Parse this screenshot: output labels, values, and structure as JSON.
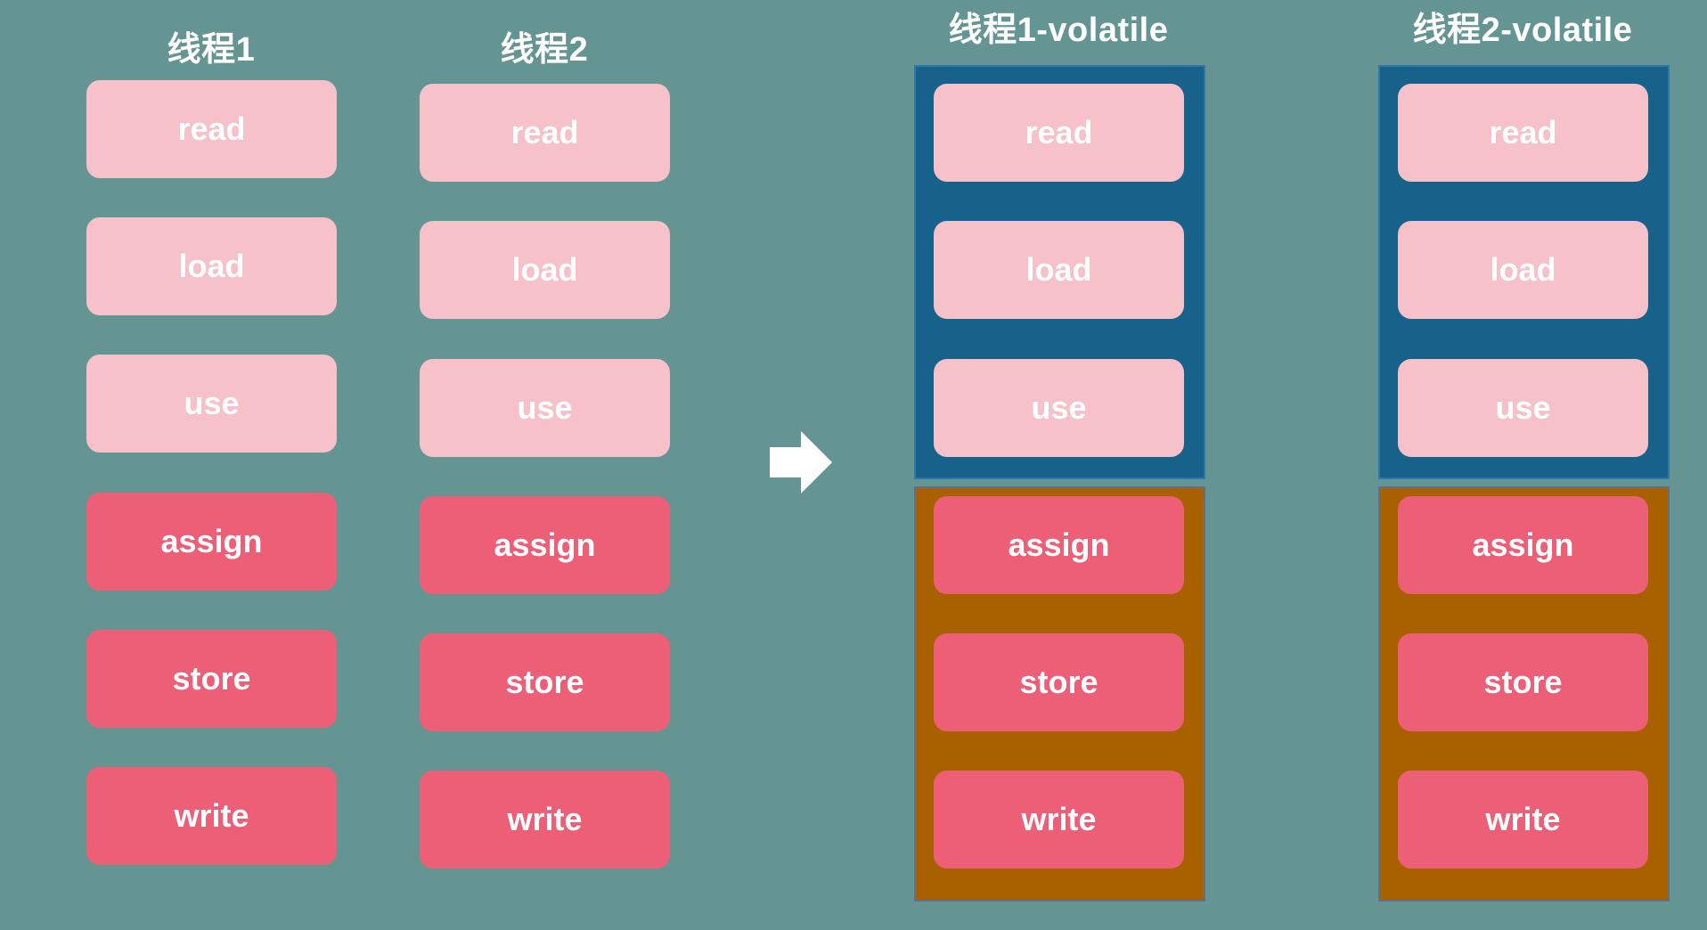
{
  "colors": {
    "background": "#649593",
    "read_op": "#f7c1ca",
    "write_op": "#ed5f77",
    "read_group": "#17628a",
    "write_group": "#a96100",
    "text": "#ffffff"
  },
  "columns": [
    {
      "title": "线程1",
      "grouped": false,
      "ops": [
        {
          "label": "read",
          "kind": "read"
        },
        {
          "label": "load",
          "kind": "read"
        },
        {
          "label": "use",
          "kind": "read"
        },
        {
          "label": "assign",
          "kind": "write"
        },
        {
          "label": "store",
          "kind": "write"
        },
        {
          "label": "write",
          "kind": "write"
        }
      ]
    },
    {
      "title": "线程2",
      "grouped": false,
      "ops": [
        {
          "label": "read",
          "kind": "read"
        },
        {
          "label": "load",
          "kind": "read"
        },
        {
          "label": "use",
          "kind": "read"
        },
        {
          "label": "assign",
          "kind": "write"
        },
        {
          "label": "store",
          "kind": "write"
        },
        {
          "label": "write",
          "kind": "write"
        }
      ]
    },
    {
      "title": "线程1-volatile",
      "grouped": true,
      "ops": [
        {
          "label": "read",
          "kind": "read"
        },
        {
          "label": "load",
          "kind": "read"
        },
        {
          "label": "use",
          "kind": "read"
        },
        {
          "label": "assign",
          "kind": "write"
        },
        {
          "label": "store",
          "kind": "write"
        },
        {
          "label": "write",
          "kind": "write"
        }
      ]
    },
    {
      "title": "线程2-volatile",
      "grouped": true,
      "ops": [
        {
          "label": "read",
          "kind": "read"
        },
        {
          "label": "load",
          "kind": "read"
        },
        {
          "label": "use",
          "kind": "read"
        },
        {
          "label": "assign",
          "kind": "write"
        },
        {
          "label": "store",
          "kind": "write"
        },
        {
          "label": "write",
          "kind": "write"
        }
      ]
    }
  ],
  "arrow": {
    "icon": "right-arrow-icon",
    "color": "#ffffff"
  }
}
